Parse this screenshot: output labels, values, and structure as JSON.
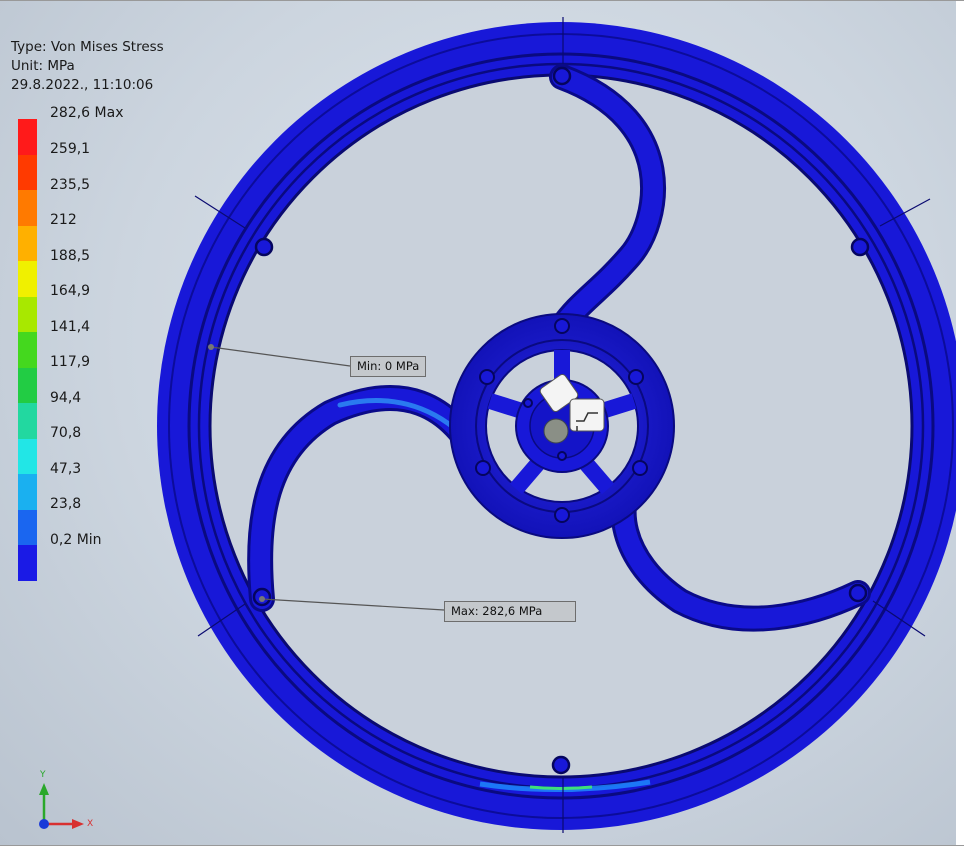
{
  "result_info": {
    "type_line": "Type: Von Mises Stress",
    "unit_line": "Unit: MPa",
    "timestamp": "29.8.2022., 11:10:06"
  },
  "legend": {
    "entries": [
      {
        "label": "282,6 Max",
        "color": "#ff1a1a"
      },
      {
        "label": "259,1",
        "color": "#ff3a00"
      },
      {
        "label": "235,5",
        "color": "#ff7a00"
      },
      {
        "label": "212",
        "color": "#ffb000"
      },
      {
        "label": "188,5",
        "color": "#f0f000"
      },
      {
        "label": "164,9",
        "color": "#a8e800"
      },
      {
        "label": "141,4",
        "color": "#44d81e"
      },
      {
        "label": "117,9",
        "color": "#22cc44"
      },
      {
        "label": "94,4",
        "color": "#22d8a0"
      },
      {
        "label": "70,8",
        "color": "#22e6e6"
      },
      {
        "label": "47,3",
        "color": "#1ab0f0"
      },
      {
        "label": "23,8",
        "color": "#1a66f0"
      },
      {
        "label": "0,2 Min",
        "color": "#1a1ae6"
      }
    ]
  },
  "probes": {
    "min_label": "Min: 0 MPa",
    "max_label": "Max: 282,6 MPa"
  },
  "triad": {
    "y_label": "Y",
    "x_label": "X"
  }
}
